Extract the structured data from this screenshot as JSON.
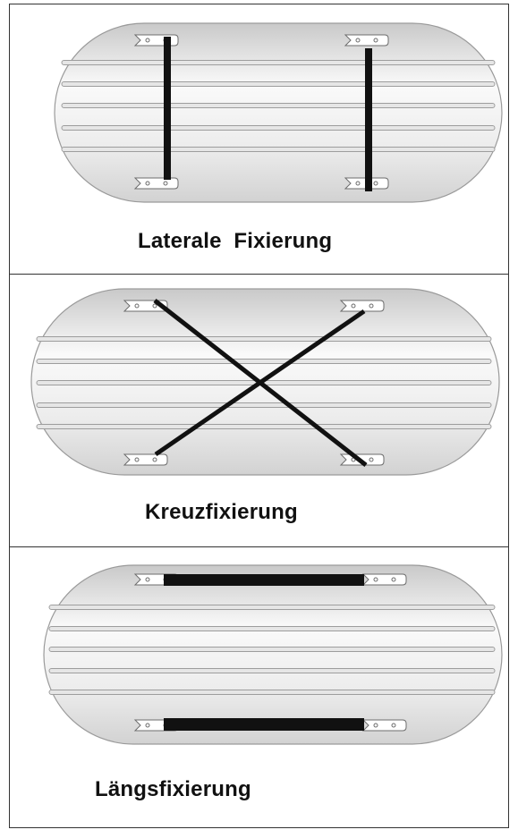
{
  "panels": [
    {
      "caption": "Laterale  Fixierung",
      "strap_type": "lateral"
    },
    {
      "caption": "Kreuzfixierung",
      "strap_type": "cross"
    },
    {
      "caption": "Längsfixierung",
      "strap_type": "longitudinal"
    }
  ],
  "colors": {
    "board_fill_light": "#fafafa",
    "board_fill_dark": "#c9c9c9",
    "board_outline": "#9a9a9a",
    "strap": "#111111",
    "frame": "#333333"
  }
}
